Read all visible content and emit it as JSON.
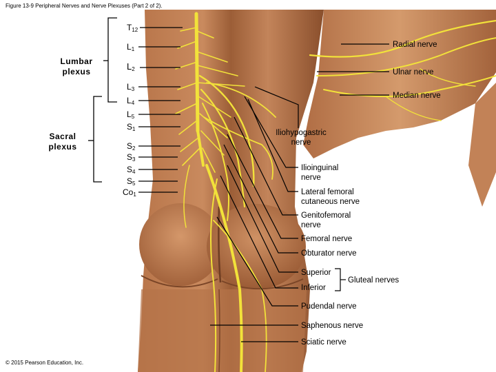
{
  "figure_title": "Figure 13-9 Peripheral Nerves and Nerve Plexuses (Part 2 of 2).",
  "copyright": "© 2015 Pearson Education, Inc.",
  "plexuses": {
    "lumbar": [
      "Lumbar",
      "plexus"
    ],
    "sacral": [
      "Sacral",
      "plexus"
    ]
  },
  "spinal_roots": [
    {
      "letter": "T",
      "sub": "12"
    },
    {
      "letter": "L",
      "sub": "1"
    },
    {
      "letter": "L",
      "sub": "2"
    },
    {
      "letter": "L",
      "sub": "3"
    },
    {
      "letter": "L",
      "sub": "4"
    },
    {
      "letter": "L",
      "sub": "5"
    },
    {
      "letter": "S",
      "sub": "1"
    },
    {
      "letter": "S",
      "sub": "2"
    },
    {
      "letter": "S",
      "sub": "3"
    },
    {
      "letter": "S",
      "sub": "4"
    },
    {
      "letter": "S",
      "sub": "5"
    },
    {
      "letter": "Co",
      "sub": "1"
    }
  ],
  "arm_nerves": [
    "Radial nerve",
    "Ulnar nerve",
    "Median nerve"
  ],
  "nerves": {
    "iliohypogastric": [
      "Iliohypogastric",
      "nerve"
    ],
    "ilioinguinal": [
      "Ilioinguinal",
      "nerve"
    ],
    "lateral_femoral": [
      "Lateral femoral",
      "cutaneous nerve"
    ],
    "genitofemoral": [
      "Genitofemoral",
      "nerve"
    ],
    "femoral": "Femoral nerve",
    "obturator": "Obturator nerve",
    "superior": "Superior",
    "inferior": "Inferior",
    "gluteal": "Gluteal nerves",
    "pudendal": "Pudendal nerve",
    "saphenous": "Saphenous nerve",
    "sciatic": "Sciatic nerve"
  },
  "colors": {
    "skin_light": "#c98a5e",
    "skin_mid": "#a5663d",
    "skin_dark": "#6e3d22",
    "nerve": "#f2e23a",
    "leader": "#000000"
  }
}
